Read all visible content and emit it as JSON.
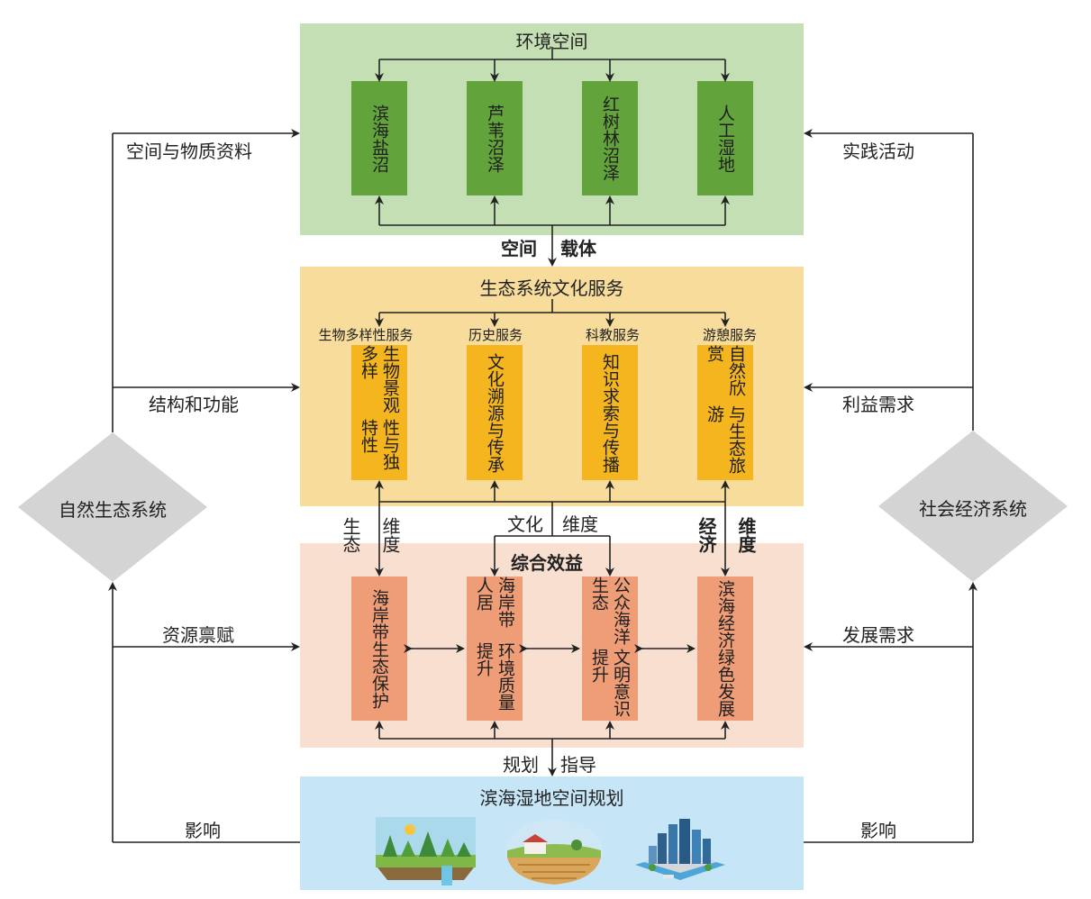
{
  "env": {
    "title": "环境空间",
    "boxes": [
      "滨海盐沼",
      "芦苇沼泽",
      "红树林沼泽",
      "人工湿地"
    ]
  },
  "eco": {
    "title": "生态系统文化服务",
    "services": [
      "生物多样性服务",
      "历史服务",
      "科教服务",
      "游憩服务"
    ],
    "boxes": [
      [
        "生物景观多样",
        "性与独特性"
      ],
      [
        "文化溯源",
        "与传承"
      ],
      [
        "知识求索",
        "与传播"
      ],
      [
        "自然欣赏",
        "与生态旅游"
      ]
    ]
  },
  "benefit": {
    "title": "综合效益",
    "boxes": [
      [
        "海岸带",
        "生态保护"
      ],
      [
        "海岸带人居",
        "环境质量提升"
      ],
      [
        "公众海洋生态",
        "文明意识提升"
      ],
      [
        "滨海经济",
        "绿色发展"
      ]
    ]
  },
  "plan": {
    "title": "滨海湿地空间规划",
    "pictures": [
      "wetland-landscape",
      "farm-landscape",
      "coastal-city"
    ]
  },
  "connectors": {
    "space_carrier": [
      "空间",
      "载体"
    ],
    "planning_guide": [
      "规划",
      "指导"
    ],
    "culture_dim": [
      "文化",
      "维度"
    ],
    "eco_dim": [
      "生态",
      "维度"
    ],
    "econ_dim": [
      "经济",
      "维度"
    ]
  },
  "left": {
    "diamond": "自然生态系统",
    "labels": [
      "空间与物质资料",
      "结构和功能",
      "资源禀赋",
      "影响"
    ]
  },
  "right": {
    "diamond": "社会经济系统",
    "labels": [
      "实践活动",
      "利益需求",
      "发展需求",
      "影响"
    ]
  },
  "colors": {
    "env_bg": "#c5dfb4",
    "env_box": "#63a33c",
    "eco_bg": "#f7dc9c",
    "eco_box": "#f4b51e",
    "benefit_bg": "#f9dfcf",
    "benefit_box": "#ef9d77",
    "plan_bg": "#c6e6f8",
    "diamond": "#d4d4d4"
  }
}
